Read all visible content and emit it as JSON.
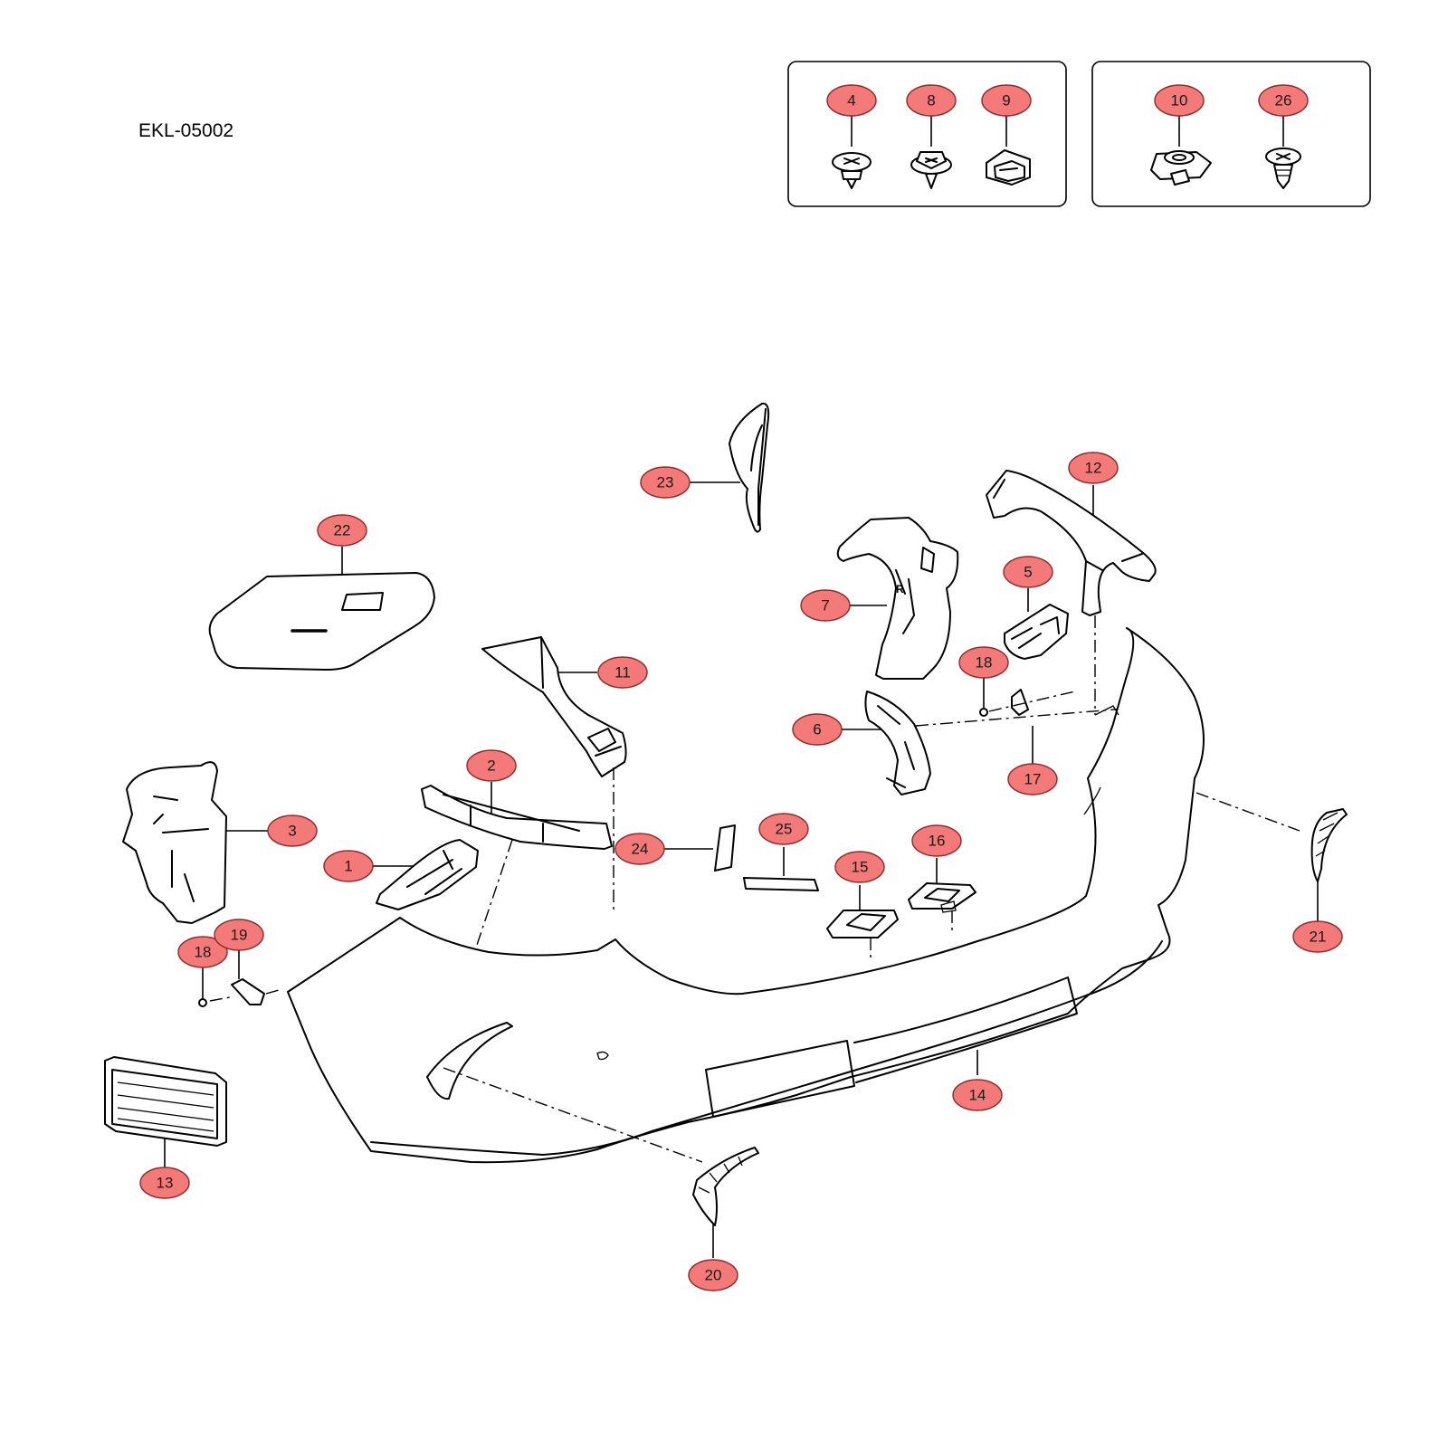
{
  "diagram_code": "EKL-05002",
  "callout_color": "#f47a7a",
  "fastener_boxes": [
    {
      "id": "box-left",
      "parts": [
        "4",
        "8",
        "9"
      ]
    },
    {
      "id": "box-right",
      "parts": [
        "10",
        "26"
      ]
    }
  ],
  "callouts": [
    "1",
    "2",
    "3",
    "4",
    "5",
    "6",
    "7",
    "8",
    "9",
    "10",
    "11",
    "12",
    "13",
    "14",
    "15",
    "16",
    "17",
    "18",
    "18",
    "19",
    "20",
    "21",
    "22",
    "23",
    "24",
    "25",
    "26"
  ]
}
